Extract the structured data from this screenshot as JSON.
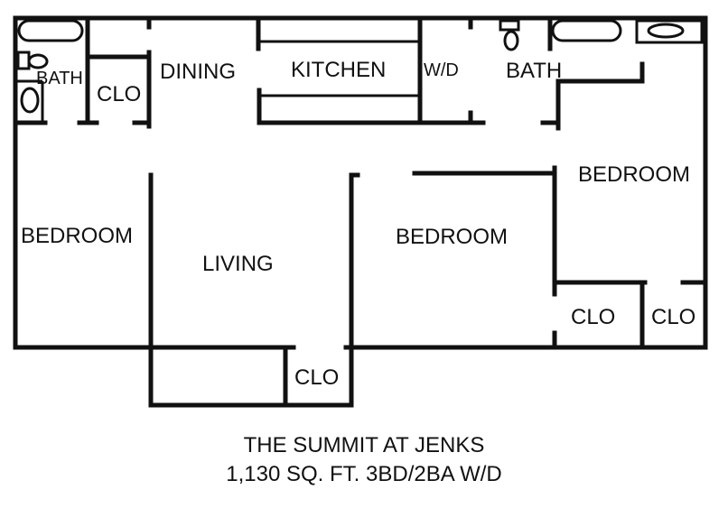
{
  "floorplan": {
    "rooms": {
      "bath_left": "BATH",
      "clo_top_left": "CLO",
      "dining": "DINING",
      "kitchen": "KITCHEN",
      "wd": "W/D",
      "bath_right": "BATH",
      "bedroom_right": "BEDROOM",
      "bedroom_left": "BEDROOM",
      "living": "LIVING",
      "bedroom_middle": "BEDROOM",
      "clo_bottom_middle": "CLO",
      "clo_right_1": "CLO",
      "clo_right_2": "CLO"
    },
    "fixtures": [
      "bathtub-left",
      "toilet-left",
      "sink-left",
      "toilet-right",
      "bathtub-right",
      "sink-right"
    ]
  },
  "caption": {
    "title": "THE SUMMIT AT JENKS",
    "details": "1,130 SQ. FT. 3BD/2BA W/D"
  }
}
